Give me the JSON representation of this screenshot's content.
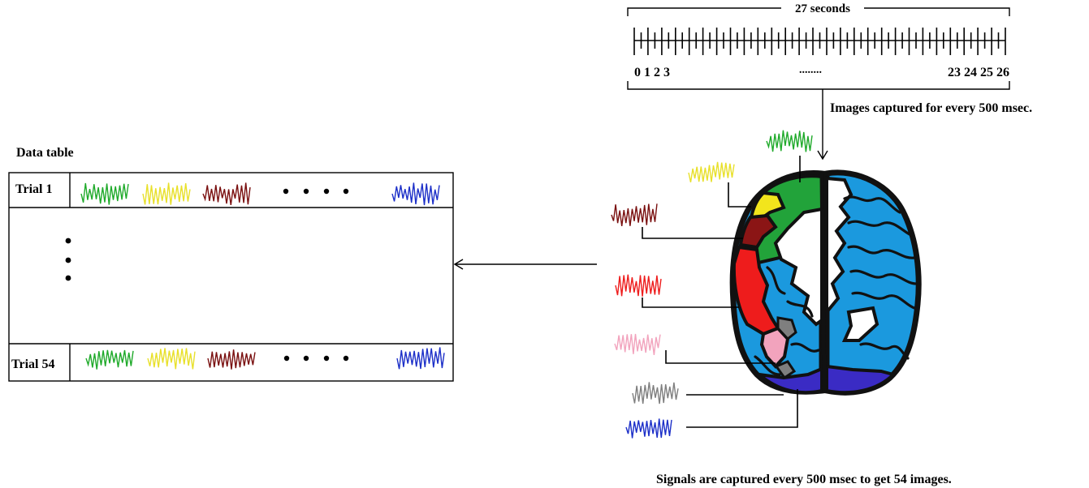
{
  "timeline": {
    "duration_label": "27 seconds",
    "ticks_left": [
      "0",
      "1",
      "2",
      "3"
    ],
    "ellipsis": "........",
    "ticks_right": [
      "23",
      "24",
      "25",
      "26"
    ],
    "caption": "Images captured for every 500 msec."
  },
  "data_table": {
    "title": "Data table",
    "rows": [
      {
        "label": "Trial 1"
      },
      {
        "label": "Trial 54"
      }
    ],
    "signal_colors": [
      "#1faa2a",
      "#e8e02a",
      "#7a1010",
      "#1c2fc8"
    ]
  },
  "brain": {
    "region_colors": {
      "frontal_top": "#22a33a",
      "yellow": "#f2e51c",
      "dark_red": "#8b1515",
      "red": "#ee1c1c",
      "pink": "#f2a3bd",
      "gray": "#7f7f7f",
      "blue_purple": "#3a2bc4",
      "right_hemisphere": "#1b99de"
    },
    "signal_colors": [
      "#1faa2a",
      "#e8e02a",
      "#7a1010",
      "#ee1c1c",
      "#f2a3bd",
      "#7f7f7f",
      "#1c2fc8"
    ]
  },
  "footer": {
    "caption": "Signals are captured every 500 msec to get 54 images."
  }
}
